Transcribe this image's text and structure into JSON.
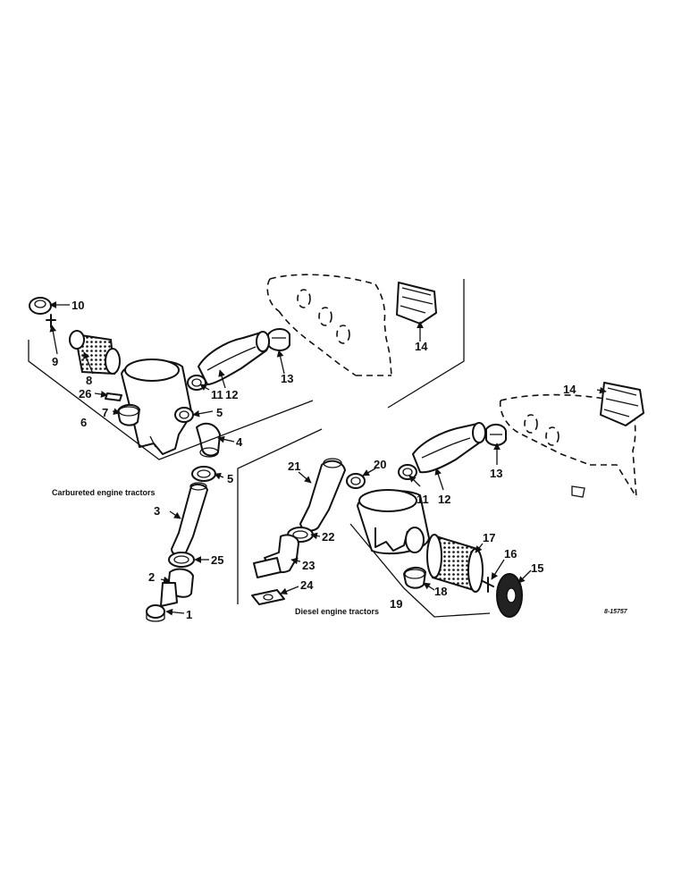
{
  "captions": {
    "carbureted": "Carbureted engine tractors",
    "diesel": "Diesel engine tractors",
    "reference": "8-15757"
  },
  "callouts": {
    "c1": "1",
    "c2": "2",
    "c3": "3",
    "c4": "4",
    "c5a": "5",
    "c5b": "5",
    "c6": "6",
    "c7": "7",
    "c8": "8",
    "c9": "9",
    "c10": "10",
    "c11a": "11",
    "c11b": "11",
    "c12a": "12",
    "c12b": "12",
    "c13a": "13",
    "c13b": "13",
    "c14a": "14",
    "c14b": "14",
    "c15": "15",
    "c16": "16",
    "c17": "17",
    "c18": "18",
    "c19": "19",
    "c20": "20",
    "c21": "21",
    "c22": "22",
    "c23": "23",
    "c24": "24",
    "c25": "25",
    "c26": "26"
  }
}
